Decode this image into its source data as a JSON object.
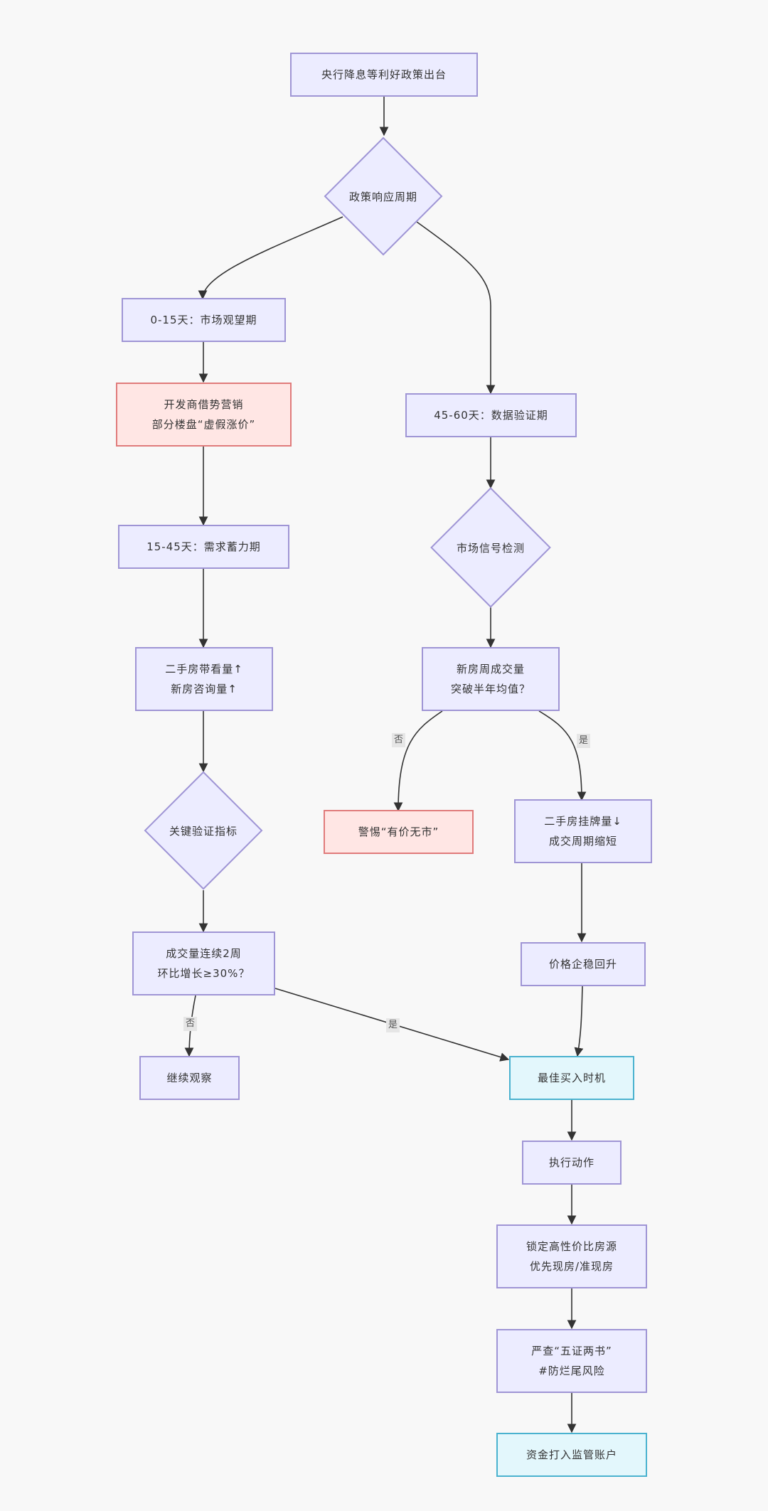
{
  "nodes": {
    "start": "央行降息等利好政策出台",
    "policy_cycle": "政策响应周期",
    "phase1": "0-15天：市场观望期",
    "dev_marketing_1": "开发商借势营销",
    "dev_marketing_2": "部分楼盘“虚假涨价”",
    "phase3": "45-60天：数据验证期",
    "phase2": "15-45天：需求蓄力期",
    "signal_check": "市场信号检测",
    "second_hand_1": "二手房带看量↑",
    "second_hand_2": "新房咨询量↑",
    "new_house_1": "新房周成交量",
    "new_house_2": "突破半年均值？",
    "key_indicator": "关键验证指标",
    "warning": "警惕“有价无市”",
    "listing_1": "二手房挂牌量↓",
    "listing_2": "成交周期缩短",
    "volume_1": "成交量连续2周",
    "volume_2": "环比增长≥30%？",
    "price_stable": "价格企稳回升",
    "keep_watching": "继续观察",
    "best_time": "最佳买入时机",
    "execute": "执行动作",
    "lock_1": "锁定高性价比房源",
    "lock_2": "优先现房/准现房",
    "check_1": "严查“五证两书”",
    "check_2": "#防烂尾风险",
    "escrow": "资金打入监管账户"
  },
  "edge_labels": {
    "new_no": "否",
    "new_yes": "是",
    "vol_no": "否",
    "vol_yes": "是"
  },
  "colors": {
    "background": "#f8f8f8",
    "node_fill": "#ececff",
    "node_stroke": "#9f95d5",
    "warn_fill": "#ffe6e4",
    "warn_stroke": "#e07b7b",
    "good_fill": "#e3f7fc",
    "good_stroke": "#4ab2cf",
    "edge": "#333333"
  }
}
